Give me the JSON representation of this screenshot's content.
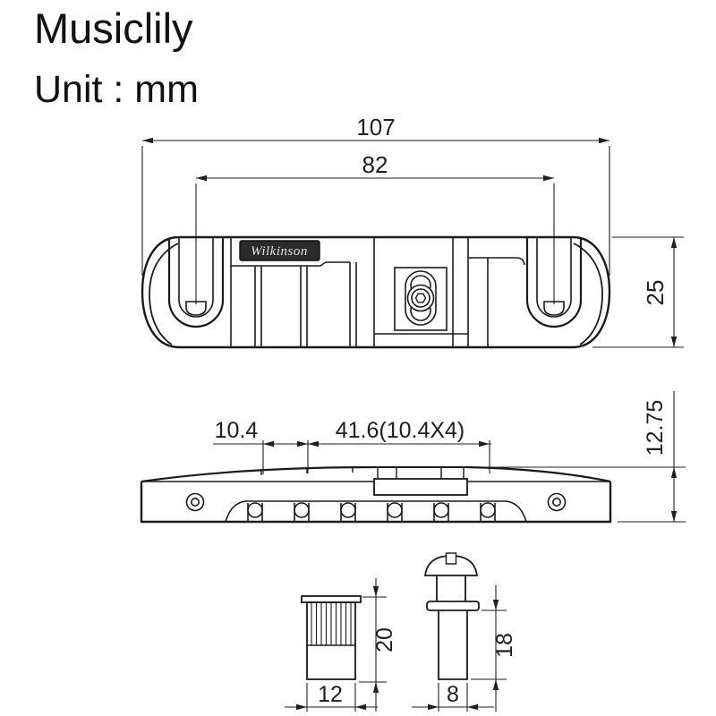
{
  "header": {
    "brand": "Musiclily",
    "unit_label": "Unit : mm"
  },
  "colors": {
    "line": "#1a1a1a",
    "dim_text": "#1f1f1f",
    "logo_bg": "#2b2b2b",
    "logo_text": "#e3e3e3",
    "background": "#ffffff"
  },
  "top_view": {
    "logo_text": "Wilkinson",
    "dims": {
      "overall_length": "107",
      "stud_spacing": "82",
      "width": "25"
    }
  },
  "side_view": {
    "dims": {
      "string_spacing": "10.4",
      "string_span": "41.6(10.4X4)",
      "height": "12.75"
    }
  },
  "bushing": {
    "dims": {
      "diameter": "12",
      "length": "20"
    }
  },
  "stud": {
    "dims": {
      "diameter": "8",
      "length": "18"
    }
  }
}
